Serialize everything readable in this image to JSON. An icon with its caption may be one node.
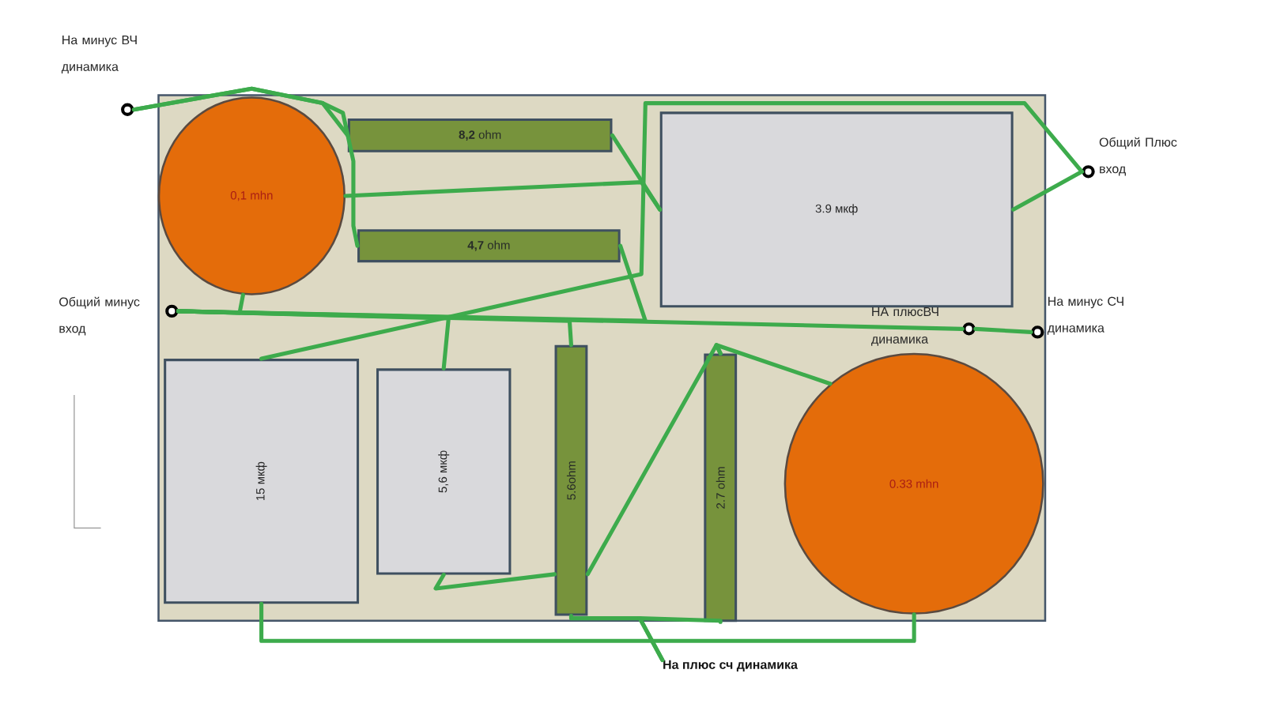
{
  "diagram": {
    "nodes": [
      {
        "text": [],
        "shape": "box"
      },
      {
        "text": [
          "0,1 mhn"
        ],
        "in": 0
      },
      {
        "text": [
          "**8,2** ohm"
        ],
        "in": 0
      },
      {
        "text": [
          "**4,7** ohm"
        ],
        "in": 0
      },
      {
        "text": [
          "3.9 мкф"
        ],
        "in": 0
      },
      {
        "text": [
          "15 мкф"
        ],
        "in": 0
      },
      {
        "text": [
          "5,6 мкф"
        ],
        "in": 0
      },
      {
        "text": [
          "5.6ohm"
        ],
        "in": 0
      },
      {
        "text": [
          "2.7 ohm"
        ],
        "in": 0
      },
      {
        "text": [
          "0.33 mhn"
        ],
        "in": 0
      },
      {
        "text": [],
        "shape": "circle",
        "beside": [
          "На минус ВЧ динамика"
        ]
      },
      {
        "text": [],
        "shape": "circle",
        "in": 0,
        "beside": [
          "Общий минус вход"
        ]
      },
      {
        "text": [],
        "shape": "circle",
        "beside": [
          "Общий Плюс вход"
        ]
      },
      {
        "text": [],
        "shape": "circle",
        "in": 0
      },
      {
        "text": [],
        "shape": "circle",
        "in": 0,
        "beside": [
          "На минус СЧ динамика"
        ]
      },
      {
        "text": [
          "На плюс сч динамика"
        ]
      }
    ],
    "edges": [
      {
        "from": 10,
        "to": 2,
        "arrow": "none"
      },
      {
        "from": 10,
        "to": 3,
        "arrow": "none"
      },
      {
        "from": 1,
        "to": 4,
        "arrow": "none"
      },
      {
        "from": 2,
        "to": 4,
        "arrow": "none"
      },
      {
        "from": 3,
        "to": 11,
        "arrow": "none"
      },
      {
        "from": 1,
        "to": 11,
        "arrow": "none"
      },
      {
        "from": 11,
        "to": 13,
        "arrow": "none"
      },
      {
        "from": 13,
        "to": 14,
        "arrow": "none"
      },
      {
        "from": 12,
        "to": 4,
        "arrow": "none"
      },
      {
        "from": 5,
        "to": 12,
        "arrow": "none"
      },
      {
        "from": 11,
        "to": 6,
        "arrow": "none"
      },
      {
        "from": 11,
        "to": 7,
        "arrow": "none"
      },
      {
        "from": 7,
        "to": 8,
        "arrow": "none"
      },
      {
        "from": 8,
        "to": 9,
        "arrow": "none"
      },
      {
        "from": 6,
        "to": 7,
        "arrow": "none"
      },
      {
        "from": 5,
        "to": 9,
        "arrow": "none"
      },
      {
        "from": 7,
        "to": 15,
        "arrow": "none"
      },
      {
        "from": 8,
        "to": 15,
        "arrow": "none"
      }
    ],
    "labels": [
      "НА плюсВЧ динамика"
    ]
  }
}
